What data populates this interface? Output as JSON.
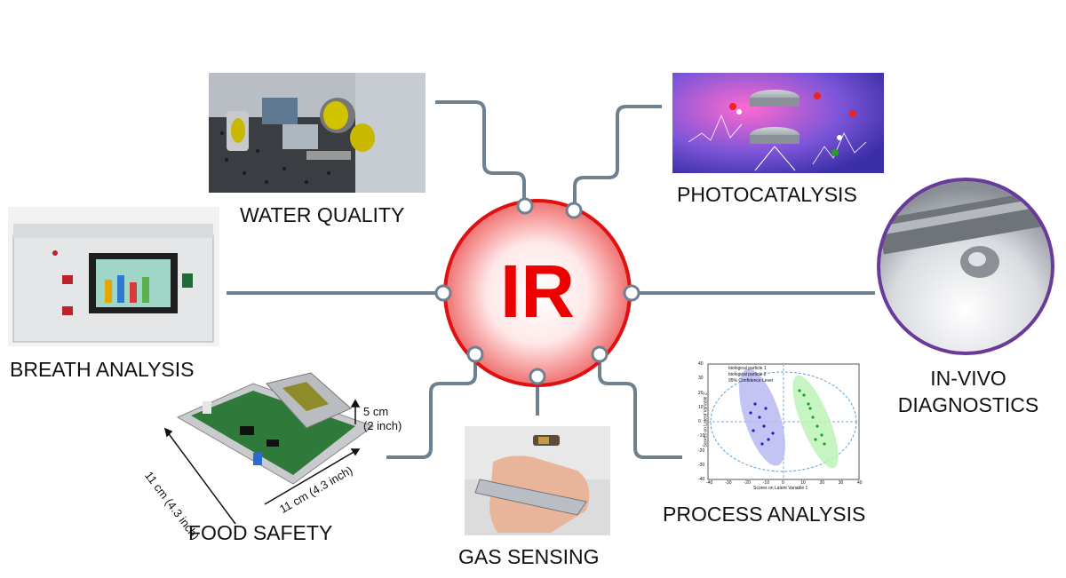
{
  "center": {
    "label": "IR"
  },
  "applications": {
    "water_quality": "WATER QUALITY",
    "photocatalysis": "PHOTOCATALYSIS",
    "breath_analysis": "BREATH ANALYSIS",
    "in_vivo_diagnostics_line1": "IN-VIVO",
    "in_vivo_diagnostics_line2": "DIAGNOSTICS",
    "food_safety": "FOOD SAFETY",
    "gas_sensing": "GAS SENSING",
    "process_analysis": "PROCESS ANALYSIS"
  },
  "food_safety_dimensions": {
    "height_value": "5 cm",
    "height_alt": "(2 inch)",
    "width_left": "11 cm (4.3 inch)",
    "width_right": "11 cm (4.3 inch)"
  },
  "scatter_plot": {
    "legend": [
      "biological particle 1",
      "biological particle 2",
      "95% Confidence Level"
    ],
    "xlabel": "Scores on Latent Variable 1",
    "ylabel": "Scores on Latent Variable 2",
    "x_ticks": [
      "-40",
      "-30",
      "-20",
      "-10",
      "0",
      "10",
      "20",
      "30",
      "40"
    ],
    "y_ticks": [
      "40",
      "30",
      "20",
      "10",
      "0",
      "-10",
      "-20",
      "-30",
      "-40"
    ]
  },
  "colors": {
    "connector": "#6d8190",
    "ir_fill_center": "#ffffff",
    "ir_fill_edge": "#f07070",
    "ir_border": "#e01010",
    "ir_text": "#ee0000",
    "invivo_ring": "#6a3a9a"
  }
}
